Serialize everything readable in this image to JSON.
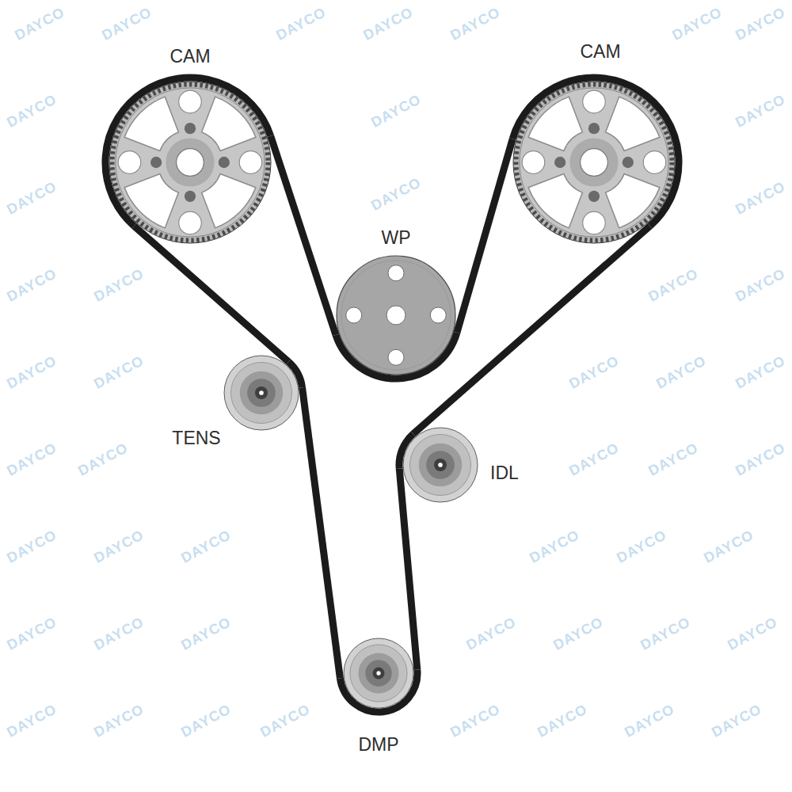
{
  "diagram": {
    "nodes": [
      {
        "text": [
          "CAM"
        ]
      },
      {
        "text": [
          "CAM"
        ]
      },
      {
        "text": [
          "WP"
        ]
      },
      {
        "text": [
          "TENS"
        ]
      },
      {
        "text": [
          "IDL"
        ]
      },
      {
        "text": [
          "DMP"
        ]
      }
    ],
    "edges": [
      {
        "from": 0,
        "to": 2,
        "arrow": "none"
      },
      {
        "from": 2,
        "to": 1,
        "arrow": "none"
      },
      {
        "from": 1,
        "to": 4,
        "arrow": "none"
      },
      {
        "from": 4,
        "to": 5,
        "arrow": "none"
      },
      {
        "from": 5,
        "to": 3,
        "arrow": "none"
      },
      {
        "from": 3,
        "to": 0,
        "arrow": "none"
      }
    ],
    "labels": [
      "DAYCO",
      "DAYCO",
      "DAYCO",
      "DAYCO",
      "DAYCO",
      "DAYCO",
      "DAYCO",
      "DAYCO",
      "DAYCO",
      "DAYCO",
      "DAYCO",
      "DAYCO",
      "DAYCO",
      "DAYCO",
      "DAYCO",
      "DAYCO",
      "DAYCO",
      "DAYCO",
      "DAYCO",
      "DAYCO",
      "DAYCO",
      "DAYCO",
      "DAYCO",
      "DAYCO",
      "DAYCO",
      "DAYCO",
      "DAYCO",
      "DAYCO",
      "DAYCO",
      "DAYCO",
      "DAYCO",
      "DAYCO",
      "DAYCO",
      "DAYCO",
      "DAYCO",
      "DAYCO",
      "DAYCO",
      "DAYCO",
      "DAYCO",
      "DAYCO",
      "DAYCO",
      "DAYCO",
      "DAYCO",
      "DAYCO",
      "DAYCO",
      "DAYCO",
      "DAYCO",
      "DAYCO"
    ]
  }
}
